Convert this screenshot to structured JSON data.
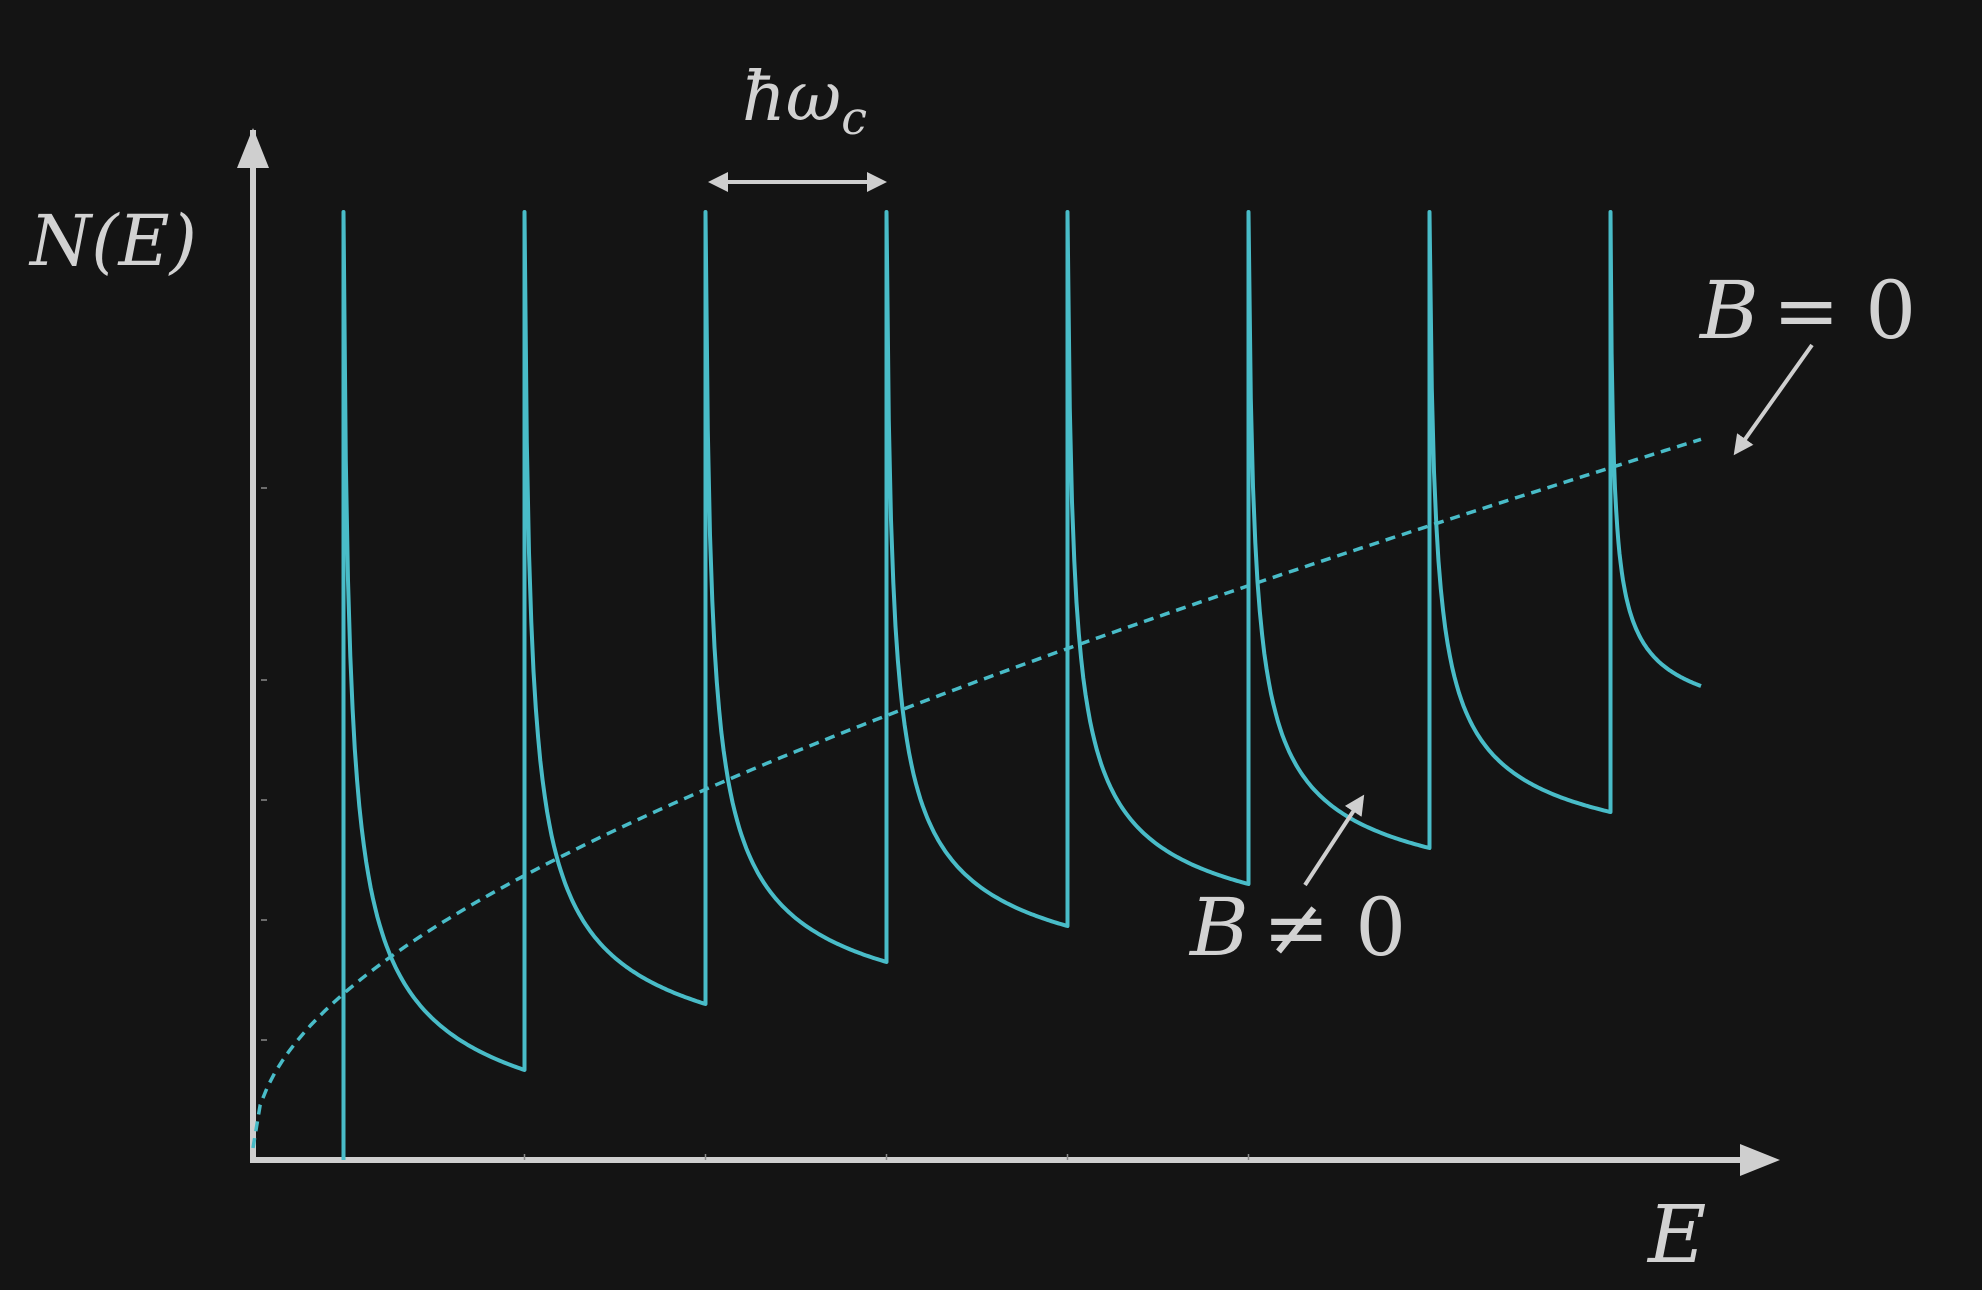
{
  "colors": {
    "background": "#141414",
    "axis": "#cfcfcf",
    "curve": "#49bcc8",
    "text": "#d2d2d2"
  },
  "labels": {
    "ylabel": "N(E)",
    "xlabel": "E",
    "spacing": "ħω",
    "spacing_sub": "c",
    "b_zero_lhs": "B",
    "b_zero_rhs": "= 0",
    "b_nonzero_lhs": "B",
    "b_nonzero_rhs": "≠ 0"
  },
  "chart_data": {
    "type": "line",
    "xlabel": "E",
    "ylabel": "N(E)",
    "xlim": [
      0,
      8
    ],
    "ylim": [
      0,
      7.8
    ],
    "grid": false,
    "legend": "none",
    "landau_levels": [
      0.5,
      1.5,
      2.5,
      3.5,
      4.5,
      5.5,
      6.5,
      7.5
    ],
    "level_spacing": 1,
    "series": [
      {
        "name": "B ≠ 0",
        "style": "solid",
        "formula": "sum over Landau levels of 1/sqrt(E - E_n) for E > E_n",
        "level_energies": [
          0.5,
          1.5,
          2.5,
          3.5,
          4.5,
          5.5,
          6.5,
          7.5
        ],
        "minima_before_next_level": [
          0.75,
          1.3,
          1.65,
          1.95,
          2.3,
          2.6,
          2.9
        ],
        "end_value": 3.95
      },
      {
        "name": "B = 0",
        "style": "dashed",
        "formula": "N(E) ∝ sqrt(E)",
        "x": [
          0,
          1,
          2,
          3,
          4,
          5,
          6,
          7,
          8
        ],
        "y": [
          0.1,
          1.9,
          2.6,
          3.2,
          3.7,
          4.1,
          4.5,
          4.8,
          5.2
        ]
      }
    ]
  }
}
